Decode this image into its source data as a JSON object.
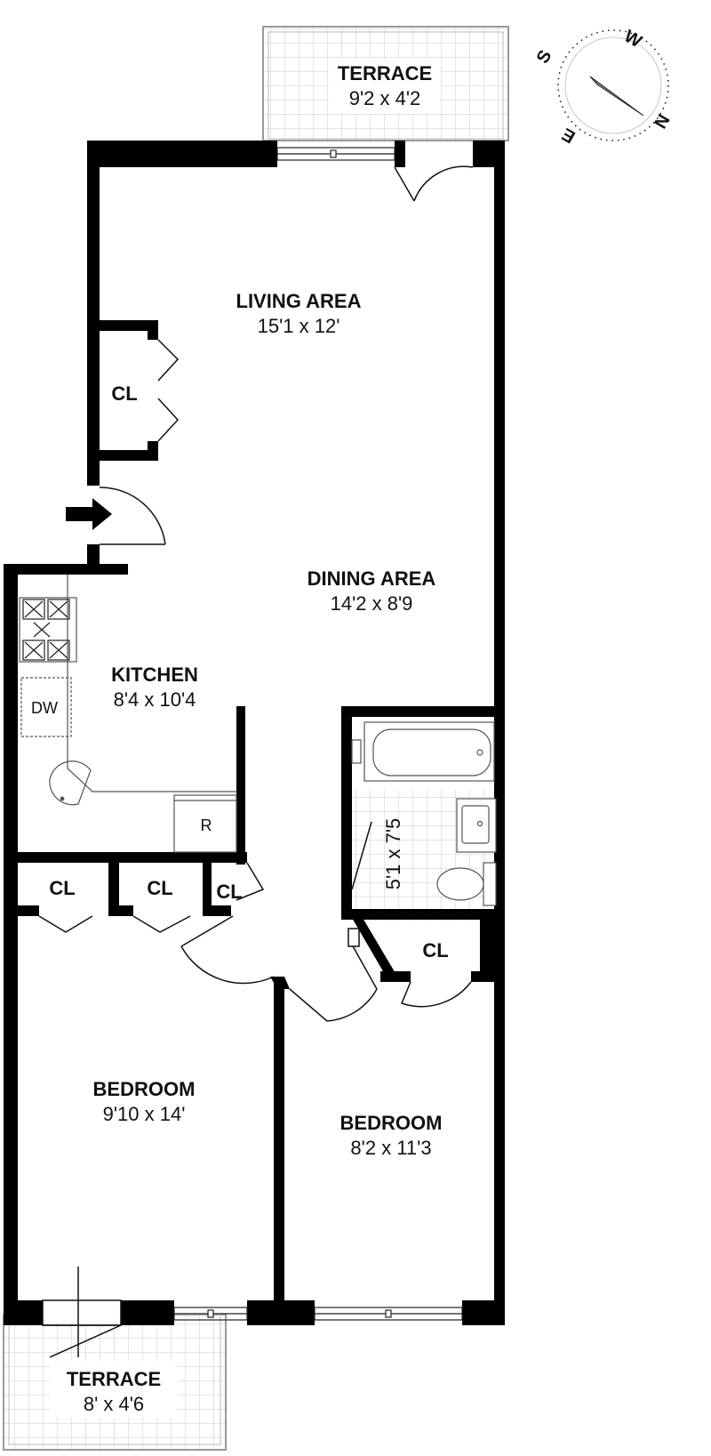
{
  "rooms": {
    "terrace_top": {
      "name": "TERRACE",
      "dims": "9'2 x 4'2"
    },
    "living": {
      "name": "LIVING AREA",
      "dims": "15'1 x 12'"
    },
    "dining": {
      "name": "DINING AREA",
      "dims": "14'2 x 8'9"
    },
    "kitchen": {
      "name": "KITCHEN",
      "dims": "8'4 x 10'4"
    },
    "bath": {
      "dims": "5'1 x 7'5"
    },
    "bedroom_left": {
      "name": "BEDROOM",
      "dims": "9'10 x 14'"
    },
    "bedroom_right": {
      "name": "BEDROOM",
      "dims": "8'2 x 11'3"
    },
    "terrace_bottom": {
      "name": "TERRACE",
      "dims": "8' x 4'6"
    }
  },
  "closets": {
    "living": "CL",
    "bed1": "CL",
    "bed2": "CL",
    "small": "CL",
    "right": "CL"
  },
  "appliances": {
    "dishwasher": "DW",
    "refrigerator": "R"
  },
  "compass": {
    "s": "S",
    "w": "W",
    "n": "N",
    "e": "E"
  },
  "colors": {
    "wall": "#000000",
    "terrace_grid": "#cccccc",
    "fixture_line": "#555555"
  }
}
